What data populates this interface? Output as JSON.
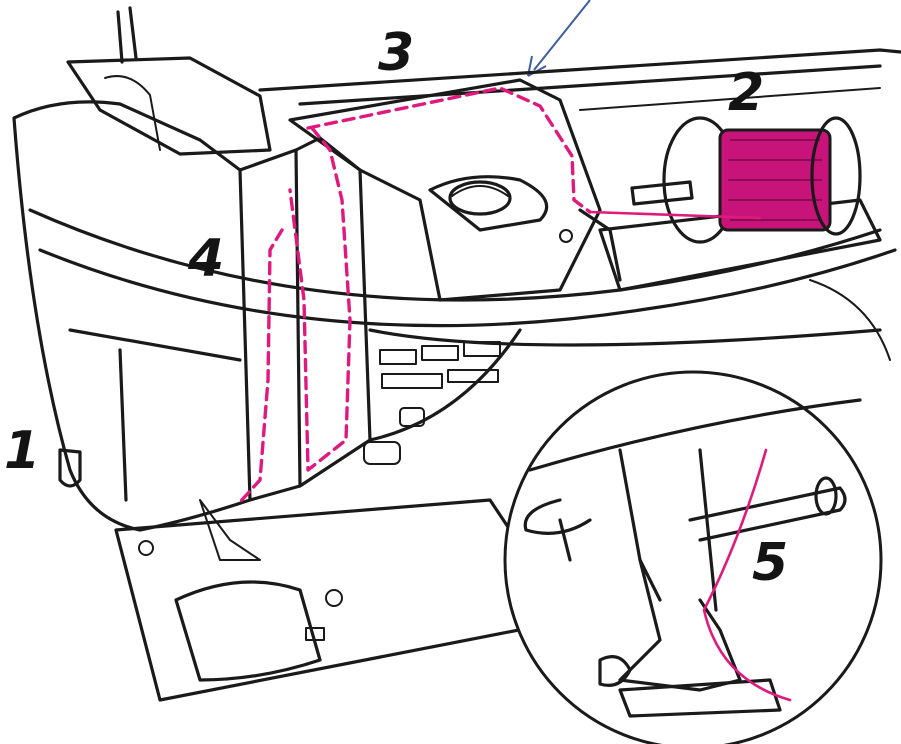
{
  "diagram": {
    "step_labels": [
      "1",
      "2",
      "3",
      "4",
      "5"
    ]
  },
  "colors": {
    "thread": "#e0197e",
    "spool": "#c8147a",
    "outline": "#1a1a1a",
    "pointer_arrow": "#3d5f9e",
    "background": "#ffffff"
  }
}
